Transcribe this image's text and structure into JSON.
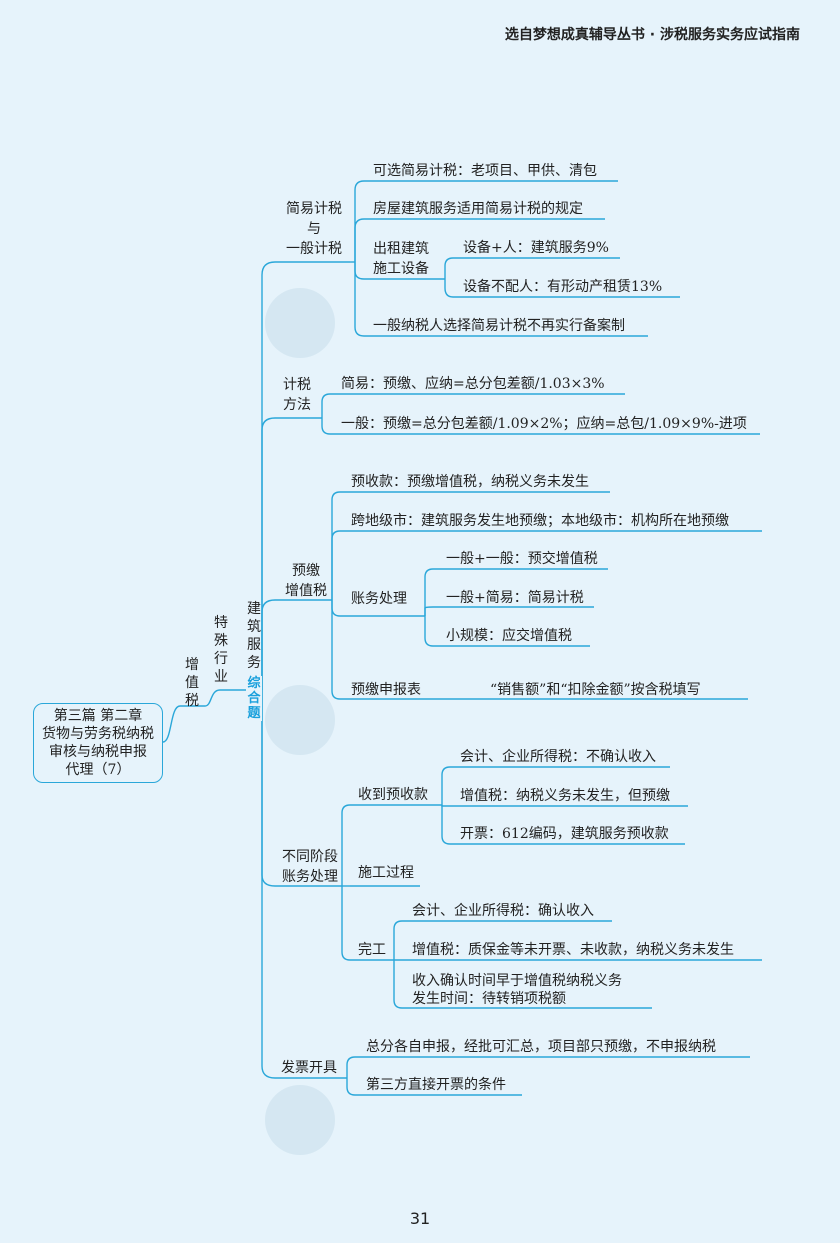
{
  "header": "选自梦想成真辅导丛书 · 涉税服务实务应试指南",
  "page_number": "31",
  "root": [
    "第三篇 第二章",
    "货物与劳务税纳税",
    "审核与纳税申报",
    "代理（7）"
  ],
  "level1": "增值税",
  "level2": "特殊行业",
  "level3": "建筑服务",
  "badge": "综合题",
  "branches": {
    "jianyi": {
      "label": [
        "简易计税",
        "与",
        "一般计税"
      ],
      "items": [
        "可选简易计税：老项目、甲供、清包",
        "房屋建筑服务适用简易计税的规定"
      ],
      "rental": {
        "label": [
          "出租建筑",
          "施工设备"
        ],
        "items": [
          "设备+人：建筑服务9%",
          "设备不配人：有形动产租赁13%"
        ]
      },
      "last": "一般纳税人选择简易计税不再实行备案制"
    },
    "jishui": {
      "label": [
        "计税",
        "方法"
      ],
      "items": [
        "简易：预缴、应纳=总分包差额/1.03×3%",
        "一般：预缴=总分包差额/1.09×2%；应纳=总包/1.09×9%-进项"
      ]
    },
    "yujiao": {
      "label": [
        "预缴",
        "增值税"
      ],
      "items": [
        "预收款：预缴增值税，纳税义务未发生",
        "跨地级市：建筑服务发生地预缴；本地级市：机构所在地预缴"
      ],
      "zhangwu": {
        "label": "账务处理",
        "items": [
          "一般+一般：预交增值税",
          "一般+简易：简易计税",
          "小规模：应交增值税"
        ]
      },
      "report": {
        "label": "预缴申报表",
        "text": "“销售额”和“扣除金额”按含税填写"
      }
    },
    "butong": {
      "label": [
        "不同阶段",
        "账务处理"
      ],
      "shou": {
        "label": "收到预收款",
        "items": [
          "会计、企业所得税：不确认收入",
          "增值税：纳税义务未发生，但预缴",
          "开票：612编码，建筑服务预收款"
        ]
      },
      "shigong": "施工过程",
      "wangong": {
        "label": "完工",
        "items": [
          "会计、企业所得税：确认收入",
          "增值税：质保金等未开票、未收款，纳税义务未发生"
        ],
        "last": [
          "收入确认时间早于增值税纳税义务",
          "发生时间：待转销项税额"
        ]
      }
    },
    "fapiao": {
      "label": "发票开具",
      "items": [
        "总分各自申报，经批可汇总，项目部只预缴，不申报纳税",
        "第三方直接开票的条件"
      ]
    }
  }
}
